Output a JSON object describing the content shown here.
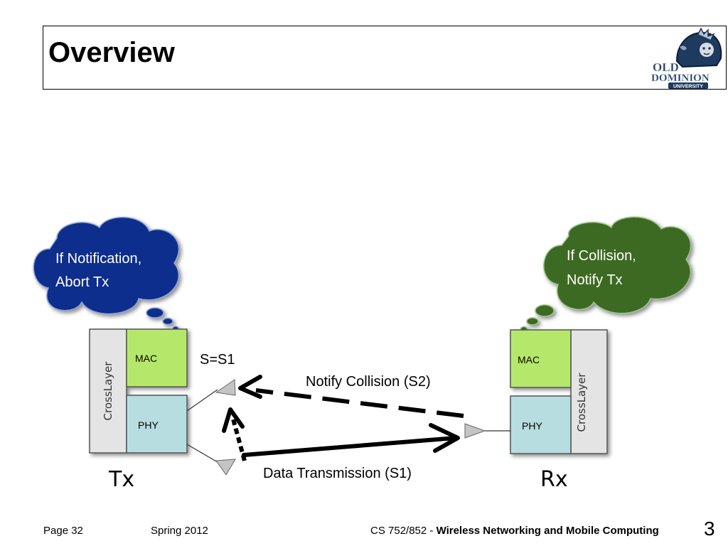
{
  "slide": {
    "title": "Overview",
    "logo": {
      "name": "old-dominion-university-logo",
      "text_line1": "OLD",
      "text_line2": "DOMINION",
      "text_line3": "UNIVERSITY"
    }
  },
  "diagram": {
    "tx": {
      "label": "Tx",
      "mac": "MAC",
      "phy": "PHY",
      "crosslayer": "CrossLayer",
      "state": "S=S1",
      "thought": [
        "If Notification,",
        "Abort Tx"
      ],
      "thought_color": "#0d2e8c"
    },
    "rx": {
      "label": "Rx",
      "mac": "MAC",
      "phy": "PHY",
      "crosslayer": "CrossLayer",
      "thought": [
        "If Collision,",
        "Notify Tx"
      ],
      "thought_color": "#3d6b24"
    },
    "links": {
      "notify": "Notify Collision (S2)",
      "data": "Data Transmission (S1)"
    },
    "colors": {
      "mac": "#b5e86a",
      "phy": "#b7dde0",
      "crosslayer": "#e4e4e4"
    }
  },
  "footer": {
    "page": "Page 32",
    "term": "Spring 2012",
    "course_prefix": "CS 752/852 - ",
    "course_title": "Wireless Networking and Mobile Computing",
    "slide_number": "3"
  }
}
